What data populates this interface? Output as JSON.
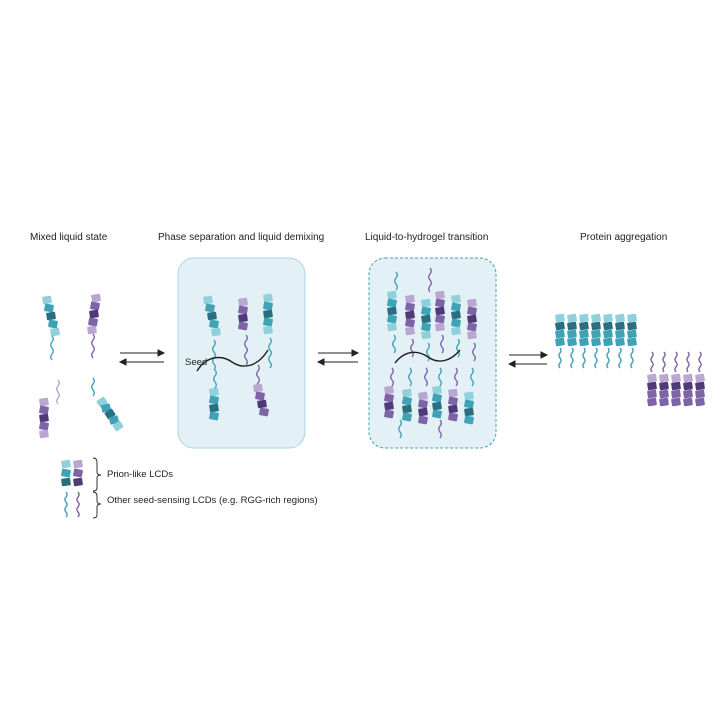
{
  "stages": [
    {
      "title": "Mixed liquid state"
    },
    {
      "title": "Phase separation and liquid demixing"
    },
    {
      "title": "Liquid-to-hydrogel transition"
    },
    {
      "title": "Protein aggregation"
    }
  ],
  "seed_label": "Seed",
  "legend": {
    "prion_like": "Prion-like LCDs",
    "other": "Other seed-sensing LCDs (e.g. RGG-rich regions)"
  },
  "colors": {
    "teal": "#3fa3b5",
    "teal_dark": "#2a6f7f",
    "teal_light": "#8fd0da",
    "purple": "#7e63a6",
    "purple_light": "#b9a7d2",
    "purple_dark": "#4f3a78",
    "box_fill": "#e3f1f6",
    "box_border": "#a8d3e2",
    "box_border_dashed": "#3fa3b5"
  }
}
